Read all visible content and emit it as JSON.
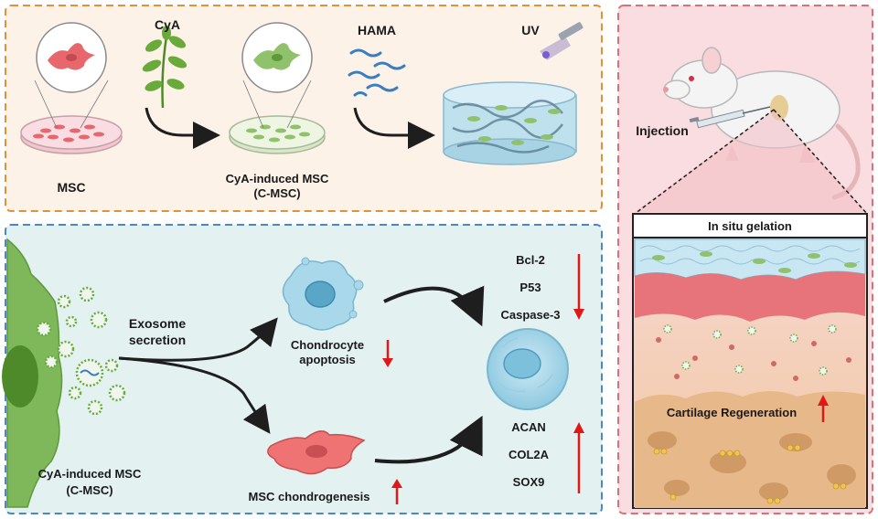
{
  "top_panel": {
    "msc_label": "MSC",
    "cya_label": "CyA",
    "hama_label": "HAMA",
    "uv_label": "UV",
    "cmsc_label_line1": "CyA-induced MSC",
    "cmsc_label_line2": "(C-MSC)"
  },
  "bottom_panel": {
    "cell_label_line1": "CyA-induced MSC",
    "cell_label_line2": "(C-MSC)",
    "exosome_line1": "Exosome",
    "exosome_line2": "secretion",
    "apoptosis_line1": "Chondrocyte",
    "apoptosis_line2": "apoptosis",
    "chondrogenesis_label": "MSC chondrogenesis",
    "down_markers": [
      "Bcl-2",
      "P53",
      "Caspase-3"
    ],
    "up_markers": [
      "ACAN",
      "COL2A",
      "SOX9"
    ]
  },
  "right_panel": {
    "injection_label": "Injection",
    "gelation_label": "In situ gelation",
    "regeneration_label": "Cartilage Regeneration"
  },
  "colors": {
    "top_border": "#e0913a",
    "bottom_border": "#4a86c8",
    "right_border": "#d9707a",
    "arrow_up_down": "#e01818",
    "msc_pink": "#e8676c",
    "cmsc_green": "#8fc26a"
  }
}
